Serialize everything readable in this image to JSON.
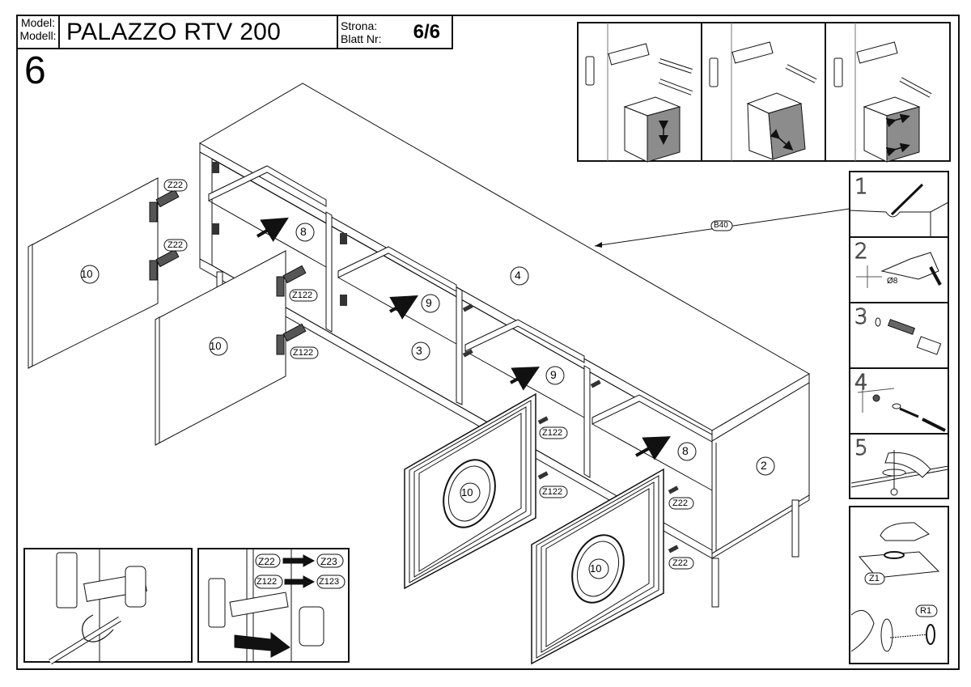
{
  "header": {
    "model_label_pl": "Model:",
    "model_label_de": "Modell:",
    "model_name": "PALAZZO RTV 200",
    "page_label_pl": "Strona:",
    "page_label_de": "Blatt Nr:",
    "page_value": "6/6"
  },
  "step": {
    "number": "6"
  },
  "parts": {
    "top_panel": "4",
    "bottom_panel": "3",
    "side_panel": "2",
    "shelf_left": "8",
    "shelf_mid_left": "9",
    "shelf_mid_right": "9",
    "shelf_right": "8",
    "door_flat_1": "10",
    "door_flat_2": "10",
    "door_framed_1": "10",
    "door_framed_2": "10"
  },
  "fittings": {
    "hinge_door1_top": "Z22",
    "hinge_door1_bottom": "Z22",
    "hinge_door2_top": "Z122",
    "hinge_door2_bottom": "Z122",
    "hinge_door3_top": "Z122",
    "hinge_door3_bottom": "Z122",
    "hinge_door4_top": "Z22",
    "hinge_door4_bottom": "Z22",
    "back_panel_nail": "B40"
  },
  "hinge_adjustment_panels": [
    {
      "name": "adjust-vertical",
      "arrow": "vertical"
    },
    {
      "name": "adjust-depth",
      "arrow": "diagonal"
    },
    {
      "name": "adjust-lateral",
      "arrow": "horizontal"
    }
  ],
  "wall_mount_steps": [
    {
      "number": "1",
      "action": "mark"
    },
    {
      "number": "2",
      "action": "drill",
      "drill_size": "Ø8"
    },
    {
      "number": "3",
      "action": "insert-plug"
    },
    {
      "number": "4",
      "action": "screw"
    },
    {
      "number": "5",
      "action": "fasten-strap"
    }
  ],
  "felt_pads": {
    "pad_label": "Z1",
    "bumper_label": "R1"
  },
  "hinge_replacement": {
    "from_1": "Z22",
    "to_1": "Z23",
    "from_2": "Z122",
    "to_2": "Z123"
  },
  "colors": {
    "line": "#111111",
    "shade": "#8c8c8c",
    "background": "#ffffff"
  }
}
